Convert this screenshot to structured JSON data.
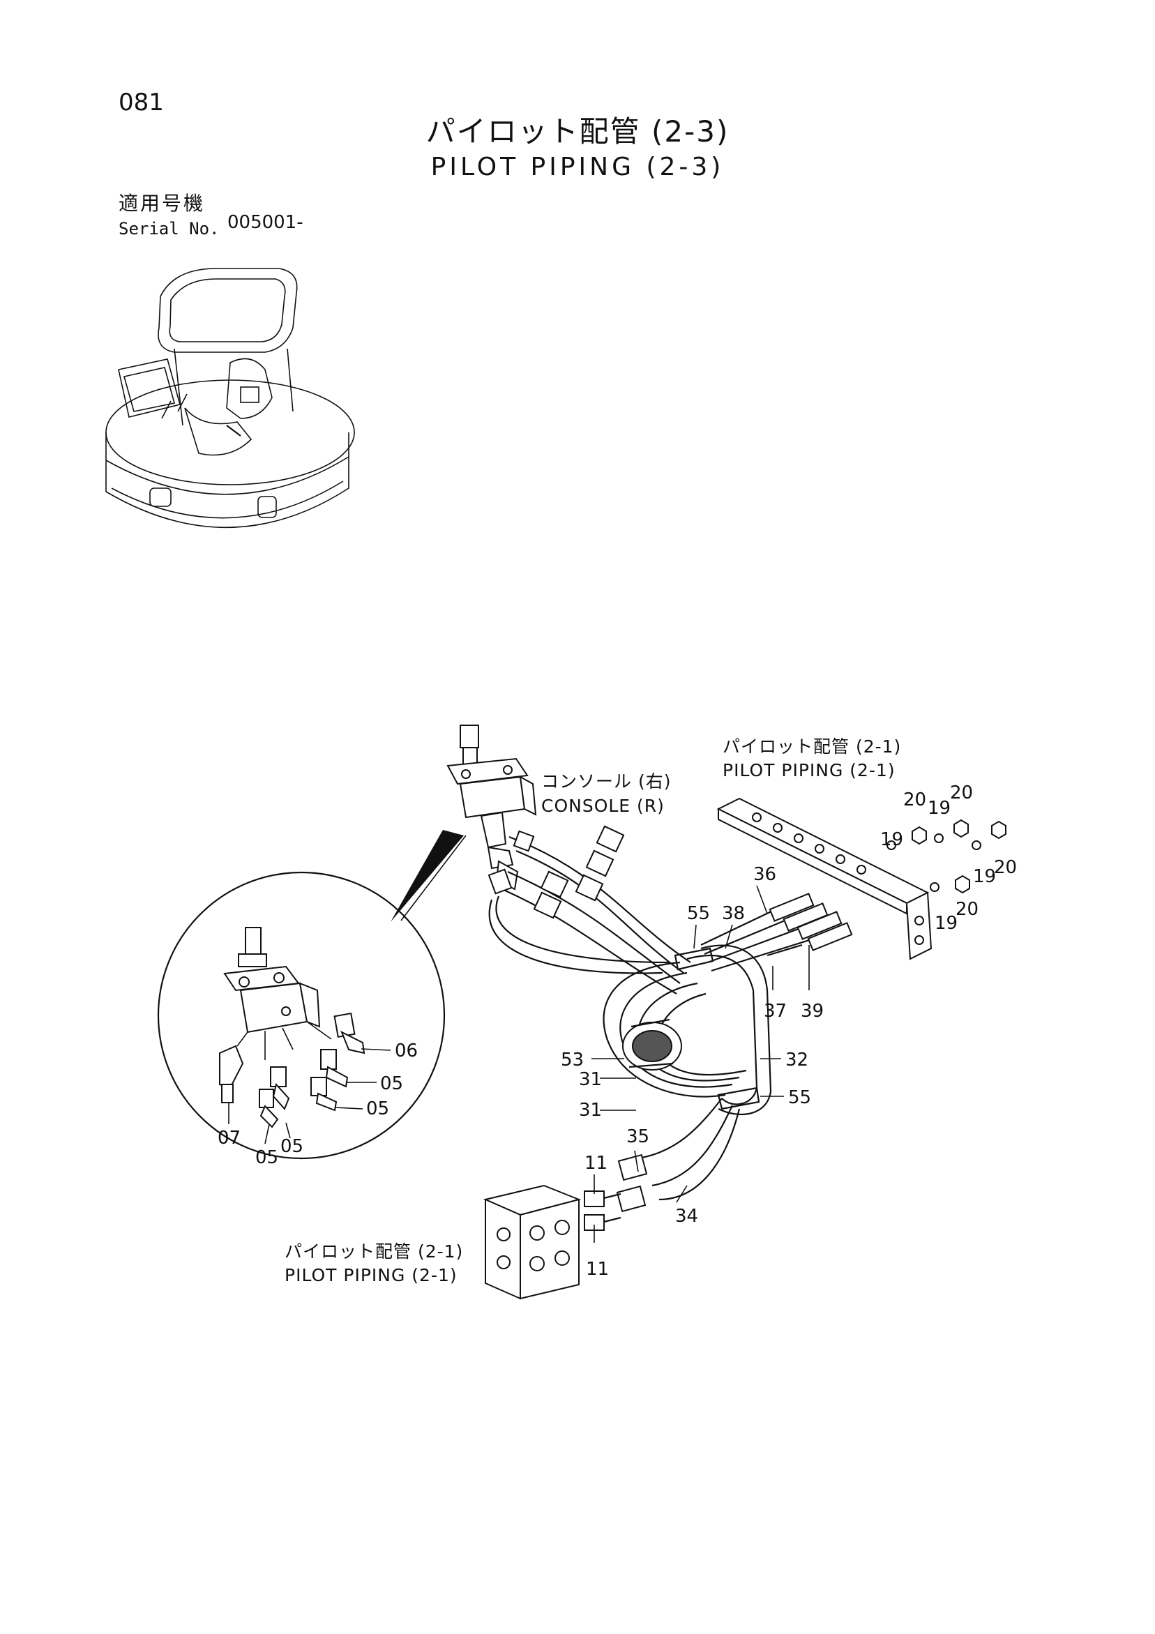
{
  "page_number": "081",
  "title_jp": "パイロット配管 (2-3)",
  "title_en": "PILOT PIPING (2-3)",
  "serial_label_jp": "適用号機",
  "serial_label_en": "Serial No.",
  "serial_value": "005001-",
  "references": {
    "console_jp": "コンソール (右)",
    "console_en": "CONSOLE (R)",
    "top_ref_jp": "パイロット配管 (2-1)",
    "top_ref_en": "PILOT PIPING (2-1)",
    "bottom_ref_jp": "パイロット配管 (2-1)",
    "bottom_ref_en": "PILOT PIPING (2-1)"
  },
  "part_labels": {
    "p19a": "19",
    "p20a": "20",
    "p19b": "19",
    "p20b": "20",
    "p19c": "19",
    "p20c": "20",
    "p19d": "19",
    "p20d": "20",
    "p36": "36",
    "p55a": "55",
    "p38": "38",
    "p37": "37",
    "p39": "39",
    "p32": "32",
    "p55b": "55",
    "p53": "53",
    "p31a": "31",
    "p31b": "31",
    "p35": "35",
    "p11a": "11",
    "p34": "34",
    "p11b": "11",
    "p06": "06",
    "p05a": "05",
    "p05b": "05",
    "p07": "07",
    "p05c": "05",
    "p05d": "05"
  }
}
